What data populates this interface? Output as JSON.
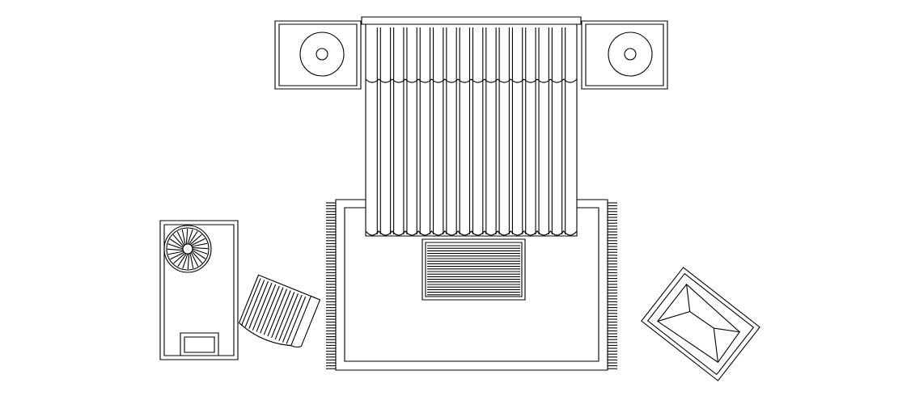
{
  "drawing": {
    "kind": "bedroom furniture floor plan (CAD line drawing)",
    "line_color": "#000000",
    "background_color": "#ffffff",
    "elements": [
      "nightstand-left-with-lamp",
      "nightstand-right-with-lamp",
      "bed-with-pleated-cover",
      "bed-bench",
      "rug-with-fringe",
      "desk-with-fan",
      "lounge-chair",
      "armchair"
    ]
  }
}
